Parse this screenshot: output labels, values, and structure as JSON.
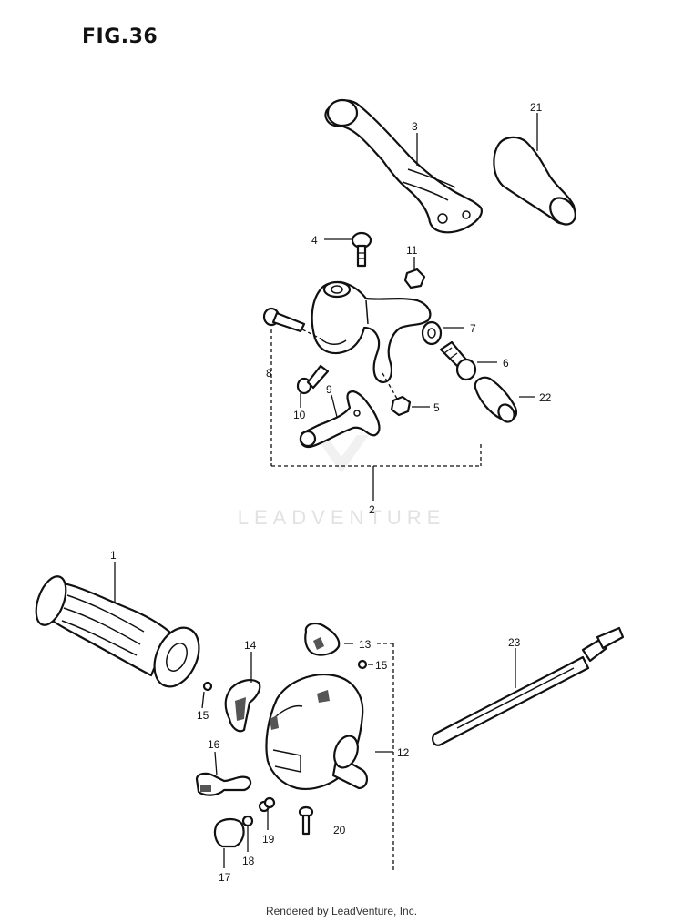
{
  "figure": {
    "title": "FIG.36"
  },
  "watermark": {
    "text": "LEADVENTURE"
  },
  "footer": {
    "text": "Rendered by LeadVenture, Inc."
  },
  "labels": {
    "l1": "1",
    "l2": "2",
    "l3": "3",
    "l4": "4",
    "l5": "5",
    "l6": "6",
    "l7": "7",
    "l8": "8",
    "l9": "9",
    "l10": "10",
    "l11": "11",
    "l12": "12",
    "l13": "13",
    "l14": "14",
    "l15a": "15",
    "l15b": "15",
    "l16": "16",
    "l17": "17",
    "l18": "18",
    "l19": "19",
    "l20": "20",
    "l21": "21",
    "l22": "22",
    "l23": "23"
  }
}
